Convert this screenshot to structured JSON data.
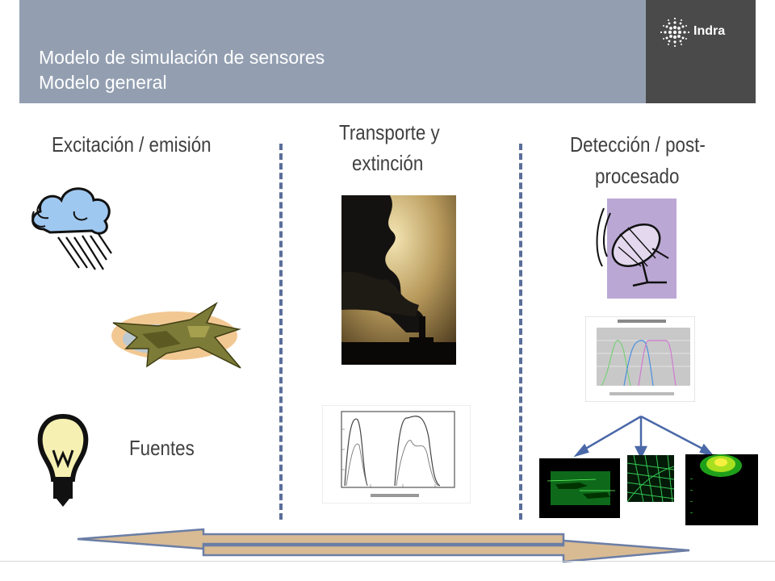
{
  "header": {
    "title_line1": "Modelo de simulación de sensores",
    "title_line2": "Modelo general",
    "logo_text": "Indra",
    "bg_color": "#939fb1",
    "logo_bg_color": "#4a4a4a"
  },
  "columns": {
    "left_title": "Excitación / emisión",
    "middle_title_line1": "Transporte y",
    "middle_title_line2": "extinción",
    "right_title_line1": "Detección / post-",
    "right_title_line2": "procesado"
  },
  "labels": {
    "fuentes": "Fuentes"
  },
  "icons": [
    "cloud-rain-icon",
    "fighter-jet-icon",
    "lightbulb-icon",
    "satellite-dish-icon"
  ],
  "colors": {
    "divider": "#5a6e9a",
    "arrow_fill": "#d8bb93",
    "arrow_stroke": "#6b7ea6"
  }
}
